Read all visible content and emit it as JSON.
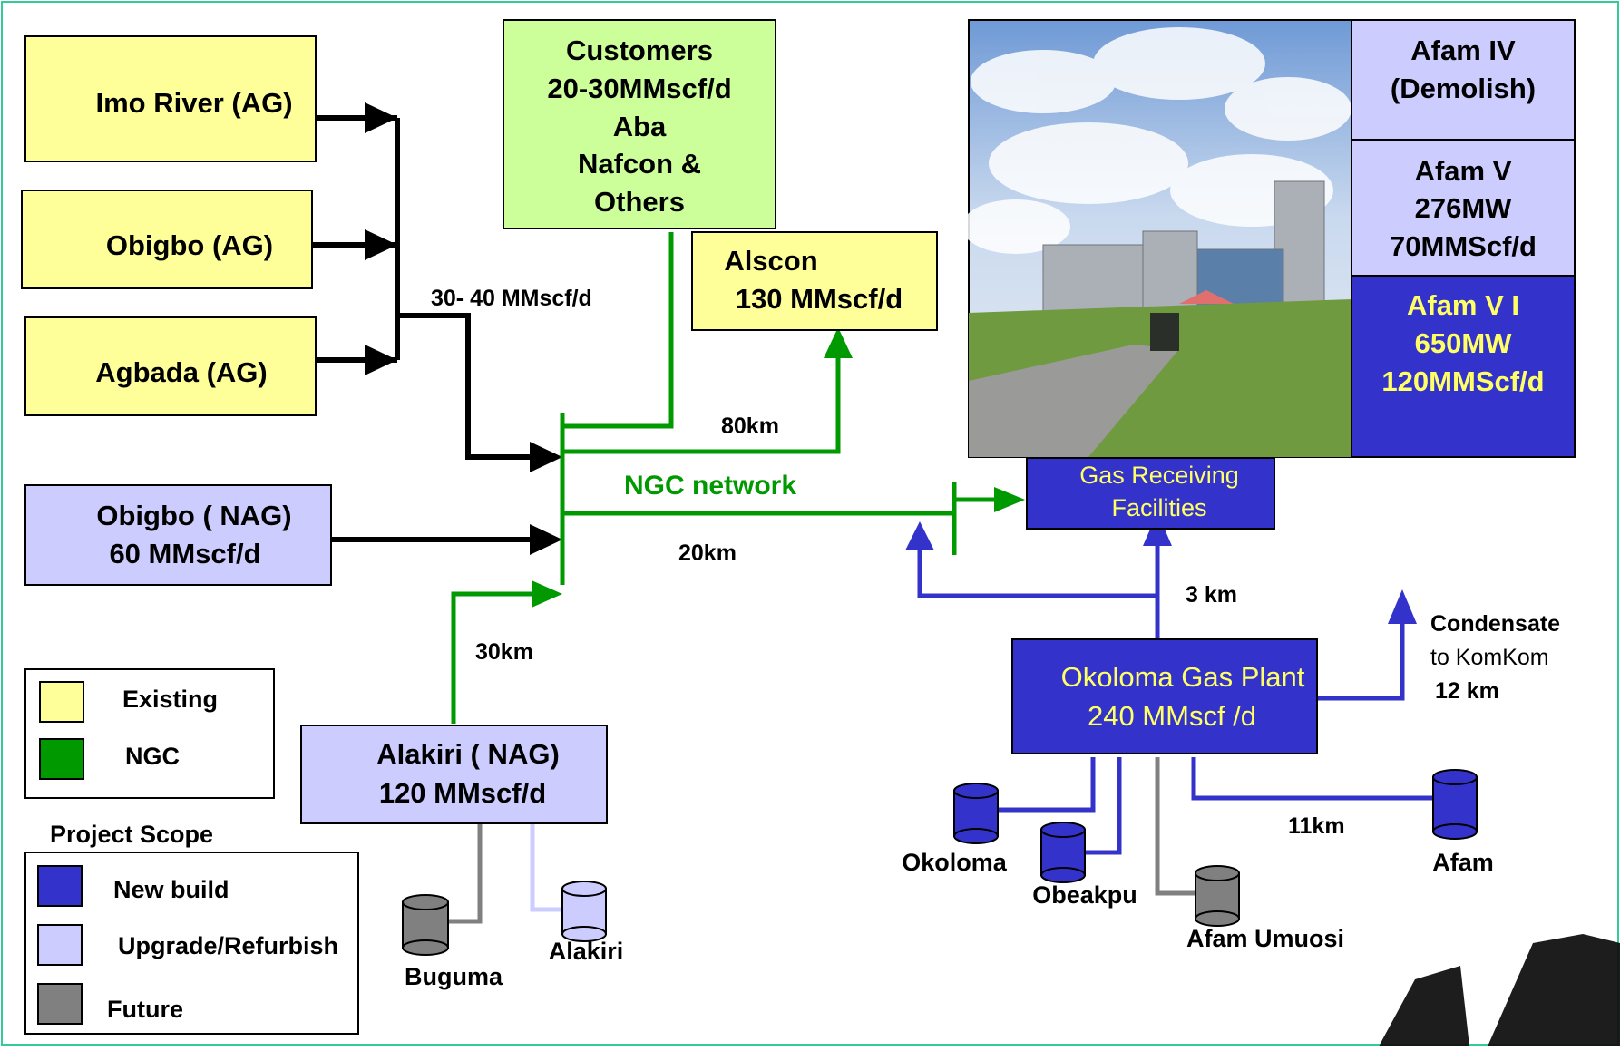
{
  "colors": {
    "existing": "#ffff99",
    "ngc": "#009900",
    "new_build": "#3333cc",
    "upgrade": "#ccccff",
    "future": "#808080",
    "frame": "#33cc99",
    "pipe_black": "#000000",
    "yellow_text": "#ffff66"
  },
  "sources": {
    "imo_river": "Imo River (AG)",
    "obigbo_ag": "Obigbo (AG)",
    "agbada": "Agbada (AG)",
    "obigbo_nag": [
      "Obigbo ( NAG)",
      "60 MMscf/d"
    ],
    "alakiri_nag": [
      "Alakiri ( NAG)",
      "120 MMscf/d"
    ]
  },
  "customers": {
    "box": [
      "Customers",
      "20-30MMscf/d",
      "Aba",
      "Nafcon &",
      "Others"
    ],
    "alscon": [
      "Alscon",
      "130 MMscf/d"
    ]
  },
  "flow_labels": {
    "ag_flow": "30- 40  MMscf/d",
    "d80": "80km",
    "ngc_network": "NGC network",
    "d20": "20km",
    "d30": "30km",
    "d3": "3 km",
    "d11": "11km",
    "condensate": "Condensate",
    "to_komkom": "to  KomKom",
    "d12": "12 km"
  },
  "afam_units": {
    "afam4": [
      "Afam IV",
      "(Demolish)"
    ],
    "afam5": [
      "Afam V",
      "276MW",
      "70MMScf/d"
    ],
    "afam6": [
      "Afam V I",
      "650MW",
      "120MMScf/d"
    ]
  },
  "gas_receiving": [
    "Gas Receiving",
    "Facilities"
  ],
  "okoloma_plant": [
    "Okoloma Gas Plant",
    "240  MMscf /d"
  ],
  "wells": {
    "okoloma": "Okoloma",
    "obeakpu": "Obeakpu",
    "afam_umuosi": "Afam Umuosi",
    "afam": "Afam",
    "buguma": "Buguma",
    "alakiri": "Alakiri"
  },
  "legend": {
    "existing": "Existing",
    "ngc": "NGC",
    "project_scope_title": "Project Scope",
    "new_build": "New build",
    "upgrade": "Upgrade/Refurbish",
    "future": "Future"
  }
}
